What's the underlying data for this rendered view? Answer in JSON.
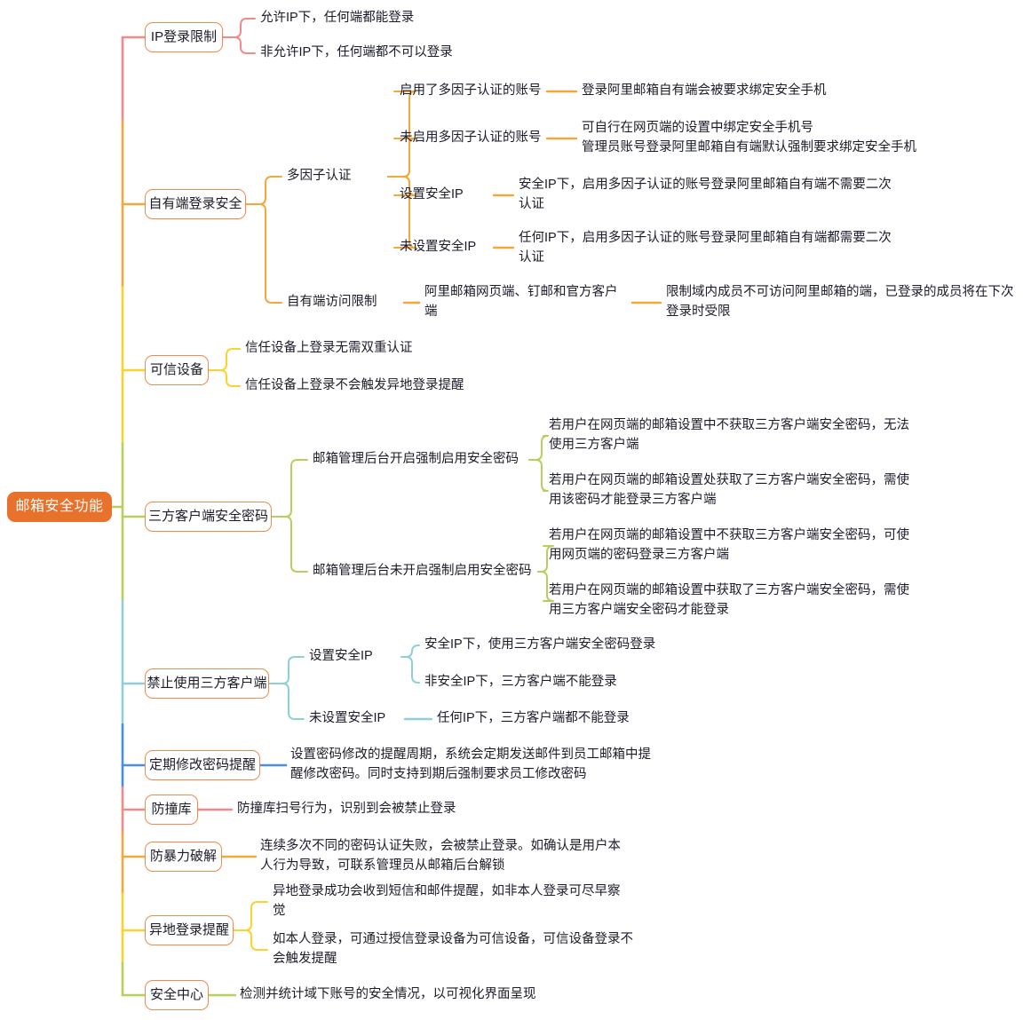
{
  "document": {
    "type": "mind-map",
    "title": "邮箱安全功能",
    "background_color": "#ffffff",
    "root_fill": "#e8712c",
    "root_text_color": "#ffffff",
    "box_border_color": "#ef8b4e"
  },
  "root": {
    "label": "邮箱安全功能"
  },
  "branch_colors": {
    "ip_login": "#f5898a",
    "own_client": "#f4a83c",
    "trusted_device": "#fbd230",
    "third_party_pwd": "#b5d05c",
    "forbid_third_party": "#8fd0d8",
    "password_reminder": "#4a90e2",
    "anti_credential": "#f5898a",
    "anti_bruteforce": "#f4a83c",
    "remote_login": "#fbd230",
    "security_center": "#b5d05c"
  },
  "branches": [
    {
      "id": "ip-login-restriction",
      "label": "IP登录限制",
      "color": "#f5898a",
      "children": [
        {
          "label": "允许IP下，任何端都能登录"
        },
        {
          "label": "非允许IP下，任何端都不可以登录"
        }
      ]
    },
    {
      "id": "own-client-login-security",
      "label": "自有端登录安全",
      "color": "#f4a83c",
      "children": [
        {
          "label": "多因子认证",
          "children": [
            {
              "label": "启用了多因子认证的账号",
              "children": [
                {
                  "label": "登录阿里邮箱自有端会被要求绑定安全手机"
                }
              ]
            },
            {
              "label": "未启用多因子认证的账号",
              "children": [
                {
                  "label": "可自行在网页端的设置中绑定安全手机号\n管理员账号登录阿里邮箱自有端默认强制要求绑定安全手机"
                }
              ]
            },
            {
              "label": "设置安全IP",
              "children": [
                {
                  "label": "安全IP下，启用多因子认证的账号登录阿里邮箱自有端不需要二次认证"
                }
              ]
            },
            {
              "label": "未设置安全IP",
              "children": [
                {
                  "label": "任何IP下，启用多因子认证的账号登录阿里邮箱自有端都需要二次认证"
                }
              ]
            }
          ]
        },
        {
          "label": "自有端访问限制",
          "children": [
            {
              "label": "阿里邮箱网页端、钉邮和官方客户端",
              "children": [
                {
                  "label": "限制域内成员不可访问阿里邮箱的端，已登录的成员将在下次登录时受限"
                }
              ]
            }
          ]
        }
      ]
    },
    {
      "id": "trusted-device",
      "label": "可信设备",
      "color": "#fbd230",
      "children": [
        {
          "label": "信任设备上登录无需双重认证"
        },
        {
          "label": "信任设备上登录不会触发异地登录提醒"
        }
      ]
    },
    {
      "id": "third-party-client-secure-password",
      "label": "三方客户端安全密码",
      "color": "#b5d05c",
      "children": [
        {
          "label": "邮箱管理后台开启强制启用安全密码",
          "children": [
            {
              "label": "若用户在网页端的邮箱设置中不获取三方客户端安全密码，无法使用三方客户端"
            },
            {
              "label": "若用户在网页端的邮箱设置处获取了三方客户端安全密码，需使用该密码才能登录三方客户端"
            }
          ]
        },
        {
          "label": "邮箱管理后台未开启强制启用安全密码",
          "children": [
            {
              "label": "若用户在网页端的邮箱设置中不获取三方客户端安全密码，可使用网页端的密码登录三方客户端"
            },
            {
              "label": "若用户在网页端的邮箱设置中获取了三方客户端安全密码，需使用三方客户端安全密码才能登录"
            }
          ]
        }
      ]
    },
    {
      "id": "forbid-third-party-client",
      "label": "禁止使用三方客户端",
      "color": "#8fd0d8",
      "children": [
        {
          "label": "设置安全IP",
          "children": [
            {
              "label": "安全IP下，使用三方客户端安全密码登录"
            },
            {
              "label": "非安全IP下，三方客户端不能登录"
            }
          ]
        },
        {
          "label": "未设置安全IP",
          "children": [
            {
              "label": "任何IP下，三方客户端都不能登录"
            }
          ]
        }
      ]
    },
    {
      "id": "periodic-password-change-reminder",
      "label": "定期修改密码提醒",
      "color": "#4a90e2",
      "children": [
        {
          "label": "设置密码修改的提醒周期，系统会定期发送邮件到员工邮箱中提醒修改密码。同时支持到期后强制要求员工修改密码"
        }
      ]
    },
    {
      "id": "anti-credential-stuffing",
      "label": "防撞库",
      "color": "#f5898a",
      "children": [
        {
          "label": "防撞库扫号行为，识别到会被禁止登录"
        }
      ]
    },
    {
      "id": "anti-brute-force",
      "label": "防暴力破解",
      "color": "#f4a83c",
      "children": [
        {
          "label": "连续多次不同的密码认证失败，会被禁止登录。如确认是用户本人行为导致，可联系管理员从邮箱后台解锁"
        }
      ]
    },
    {
      "id": "remote-login-reminder",
      "label": "异地登录提醒",
      "color": "#fbd230",
      "children": [
        {
          "label": "异地登录成功会收到短信和邮件提醒，如非本人登录可尽早察觉"
        },
        {
          "label": "如本人登录，可通过授信登录设备为可信设备，可信设备登录不会触发提醒"
        }
      ]
    },
    {
      "id": "security-center",
      "label": "安全中心",
      "color": "#b5d05c",
      "children": [
        {
          "label": "检测并统计域下账号的安全情况，以可视化界面呈现"
        }
      ]
    }
  ]
}
